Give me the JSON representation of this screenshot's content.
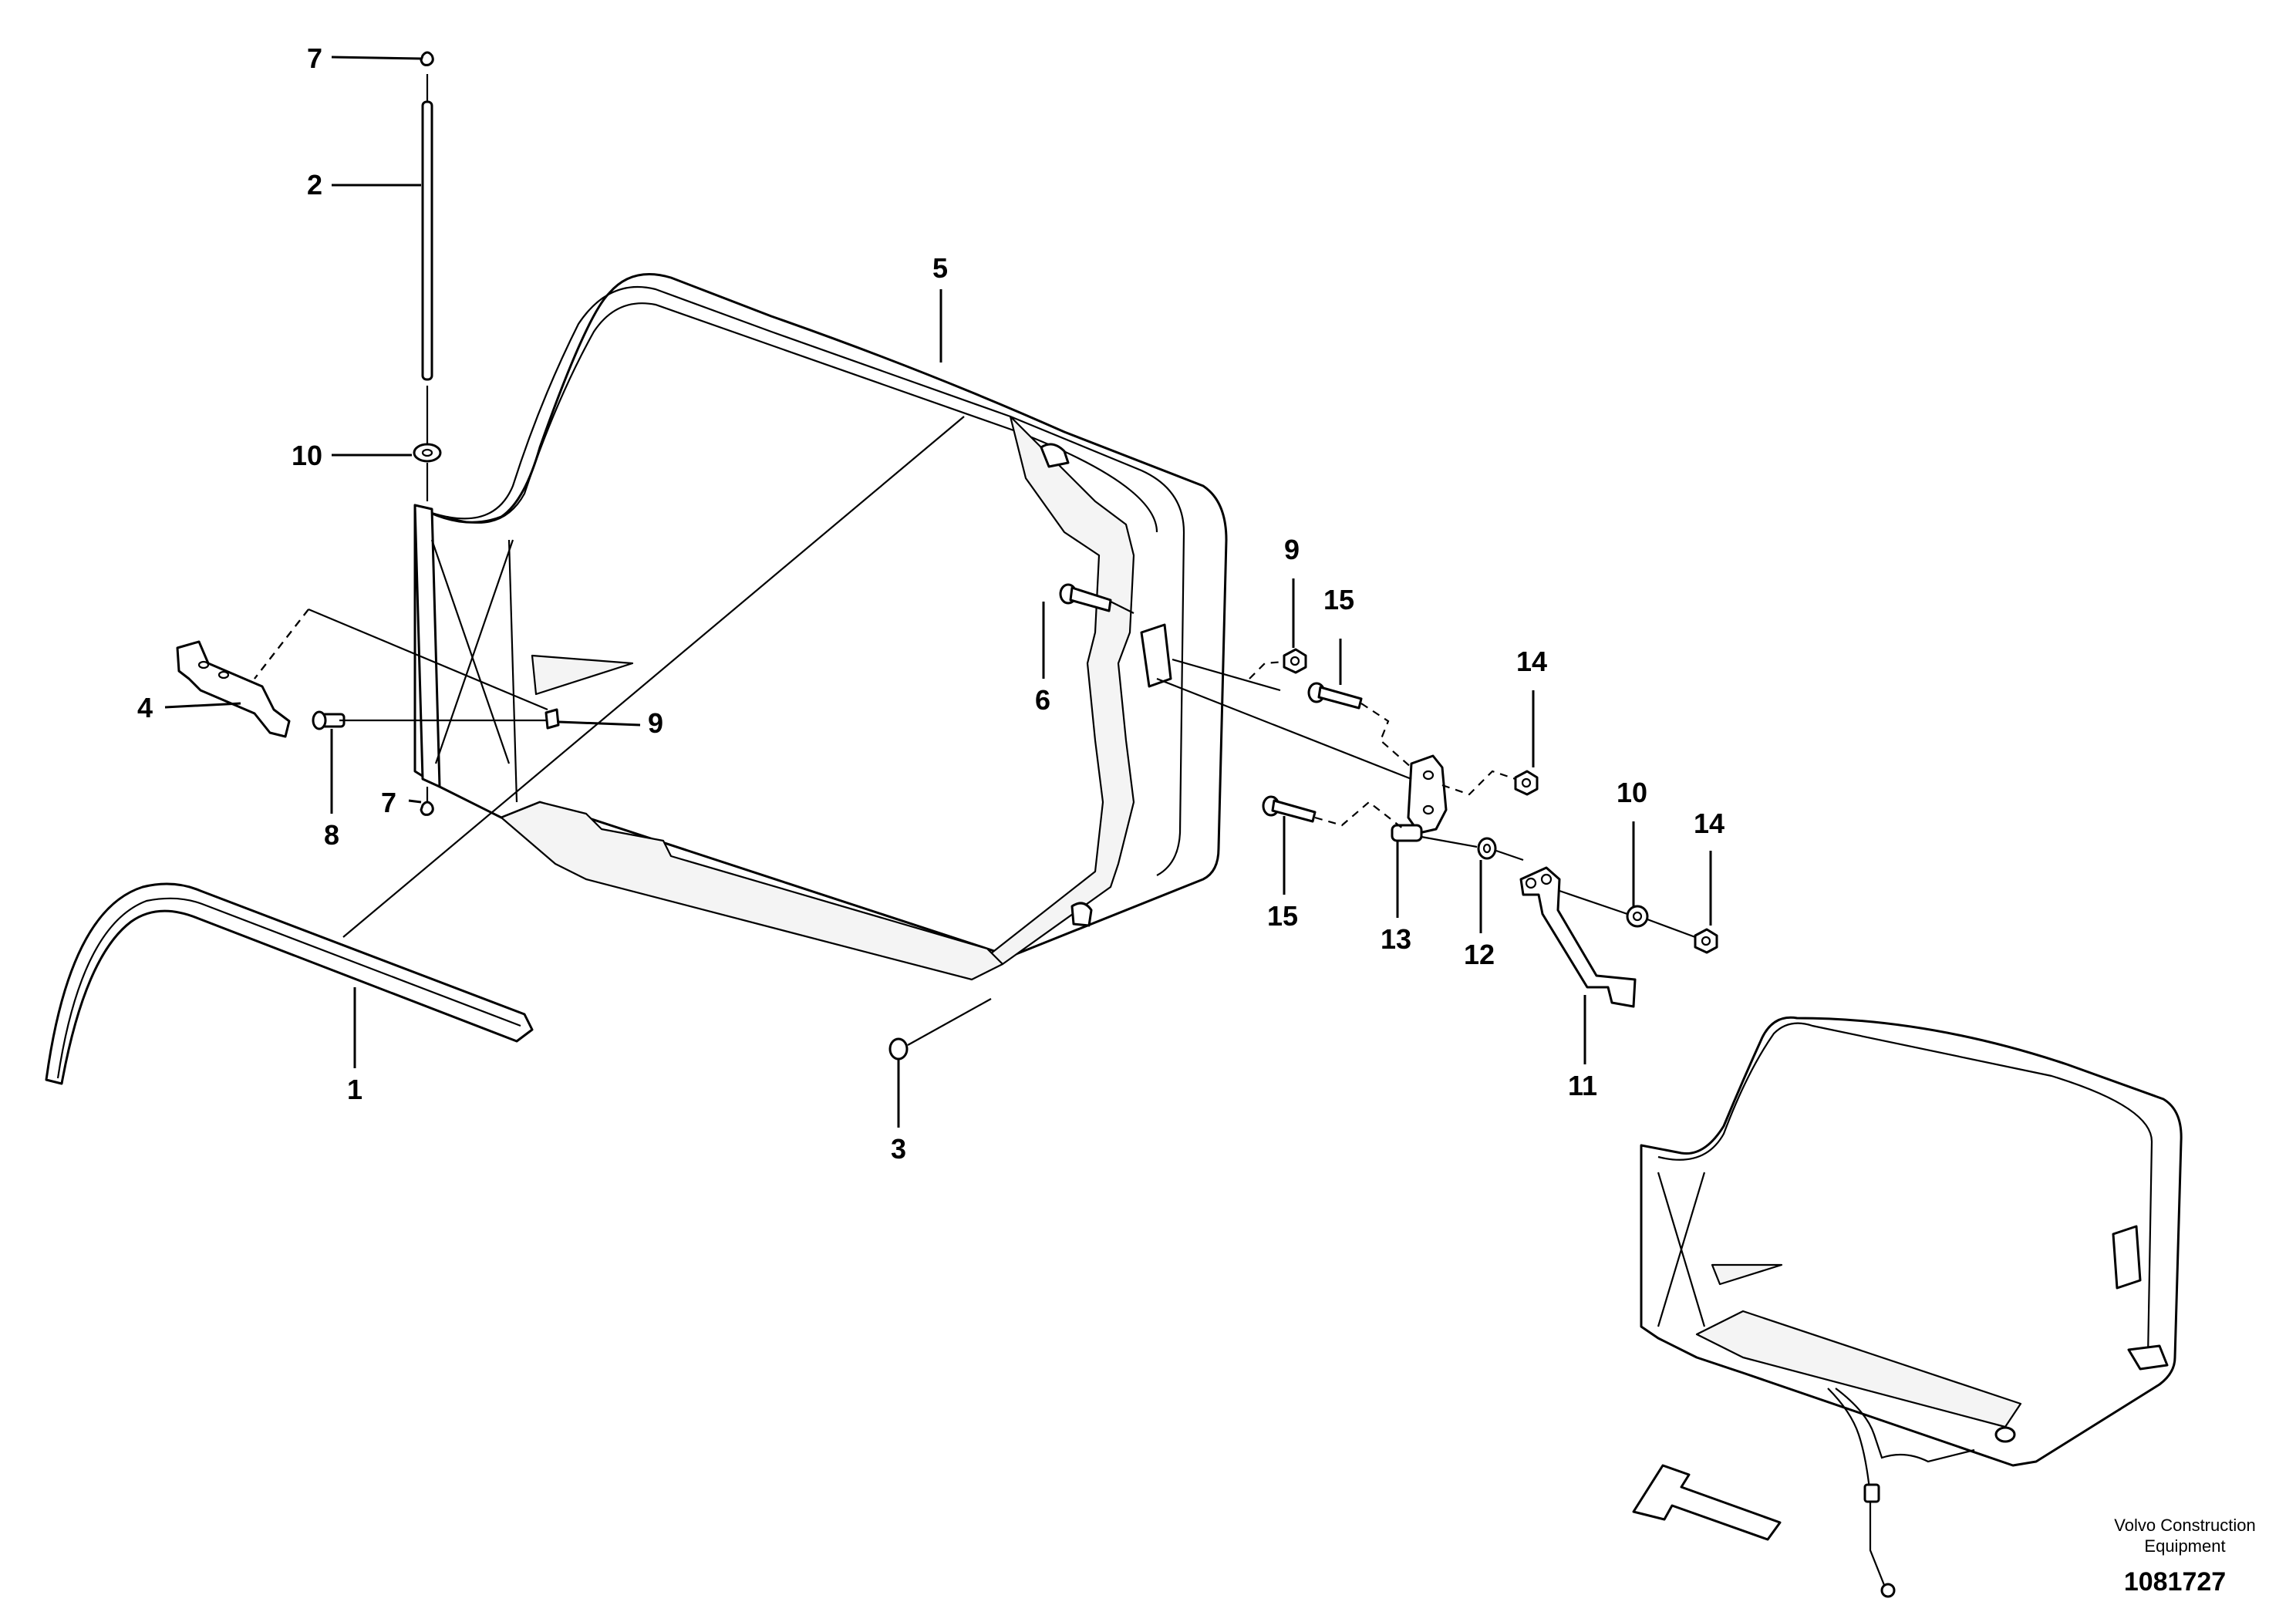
{
  "diagram": {
    "callouts": [
      {
        "id": "c7a",
        "label": "7"
      },
      {
        "id": "c2",
        "label": "2"
      },
      {
        "id": "c10a",
        "label": "10"
      },
      {
        "id": "c4",
        "label": "4"
      },
      {
        "id": "c8",
        "label": "8"
      },
      {
        "id": "c9a",
        "label": "9"
      },
      {
        "id": "c7b",
        "label": "7"
      },
      {
        "id": "c1",
        "label": "1"
      },
      {
        "id": "c5",
        "label": "5"
      },
      {
        "id": "c3",
        "label": "3"
      },
      {
        "id": "c6",
        "label": "6"
      },
      {
        "id": "c9b",
        "label": "9"
      },
      {
        "id": "c15a",
        "label": "15"
      },
      {
        "id": "c14a",
        "label": "14"
      },
      {
        "id": "c15b",
        "label": "15"
      },
      {
        "id": "c13",
        "label": "13"
      },
      {
        "id": "c12",
        "label": "12"
      },
      {
        "id": "c11",
        "label": "11"
      },
      {
        "id": "c10b",
        "label": "10"
      },
      {
        "id": "c14b",
        "label": "14"
      }
    ],
    "credit_line1": "Volvo Construction",
    "credit_line2": "Equipment",
    "doc_number": "1081727"
  }
}
